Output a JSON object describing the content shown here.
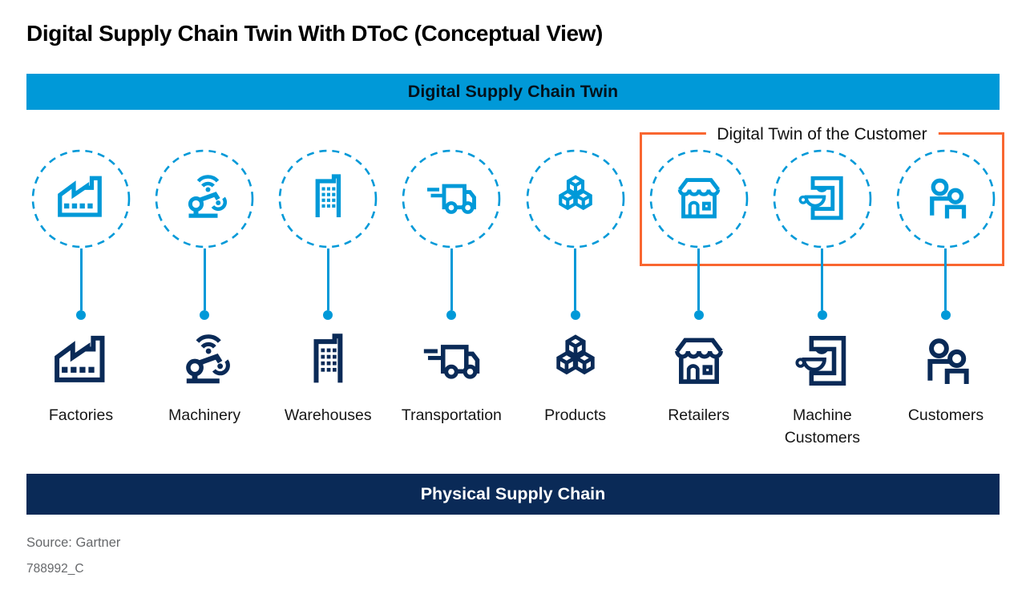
{
  "title": "Digital Supply Chain Twin With DToC (Conceptual View)",
  "top_banner": {
    "label": "Digital Supply Chain Twin"
  },
  "dtoc_box": {
    "label": "Digital Twin of the Customer"
  },
  "nodes": [
    {
      "id": "factories",
      "label": "Factories",
      "icon": "factory-icon",
      "in_dtoc": false
    },
    {
      "id": "machinery",
      "label": "Machinery",
      "icon": "robot-arm-icon",
      "in_dtoc": false
    },
    {
      "id": "warehouses",
      "label": "Warehouses",
      "icon": "warehouse-icon",
      "in_dtoc": false
    },
    {
      "id": "transportation",
      "label": "Transportation",
      "icon": "truck-icon",
      "in_dtoc": false
    },
    {
      "id": "products",
      "label": "Products",
      "icon": "cubes-icon",
      "in_dtoc": false
    },
    {
      "id": "retailers",
      "label": "Retailers",
      "icon": "storefront-icon",
      "in_dtoc": true
    },
    {
      "id": "machine-customers",
      "label": "Machine Customers",
      "icon": "coffee-machine-icon",
      "in_dtoc": true
    },
    {
      "id": "customers",
      "label": "Customers",
      "icon": "people-icon",
      "in_dtoc": true
    }
  ],
  "bottom_banner": {
    "label": "Physical Supply Chain"
  },
  "footer": {
    "source": "Source: Gartner",
    "code": "788992_C"
  },
  "colors": {
    "blue": "#0099D8",
    "navy": "#0A2A57",
    "orange": "#F96630",
    "text_gray": "#66686B"
  }
}
